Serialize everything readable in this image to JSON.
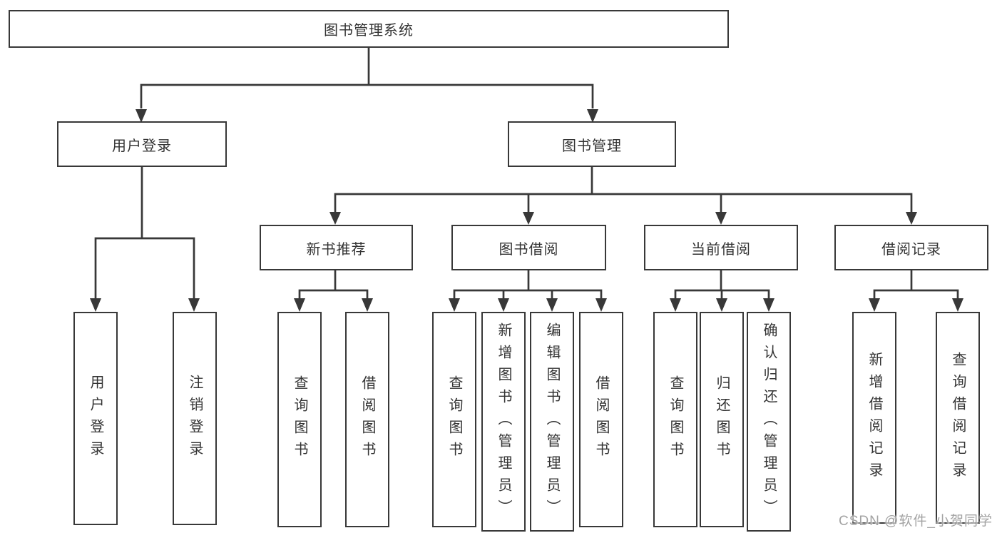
{
  "colors": {
    "line": "#383838",
    "text": "#333333",
    "watermark": "#a3a3a3",
    "bg": "#ffffff"
  },
  "watermark": "CSDN @软件_小贺同学",
  "tree": {
    "root": {
      "label": "图书管理系统"
    },
    "level2": [
      {
        "label": "用户登录",
        "children": [
          "用户登录",
          "注销登录"
        ]
      },
      {
        "label": "图书管理",
        "children": []
      }
    ],
    "level3": [
      {
        "label": "新书推荐",
        "children": [
          "查询图书",
          "借阅图书"
        ]
      },
      {
        "label": "图书借阅",
        "children": [
          "查询图书",
          "新增图书（管理员）",
          "编辑图书（管理员）",
          "借阅图书"
        ]
      },
      {
        "label": "当前借阅",
        "children": [
          "查询图书",
          "归还图书",
          "确认归还（管理员）"
        ]
      },
      {
        "label": "借阅记录",
        "children": [
          "新增借阅记录",
          "查询借阅记录"
        ]
      }
    ]
  }
}
